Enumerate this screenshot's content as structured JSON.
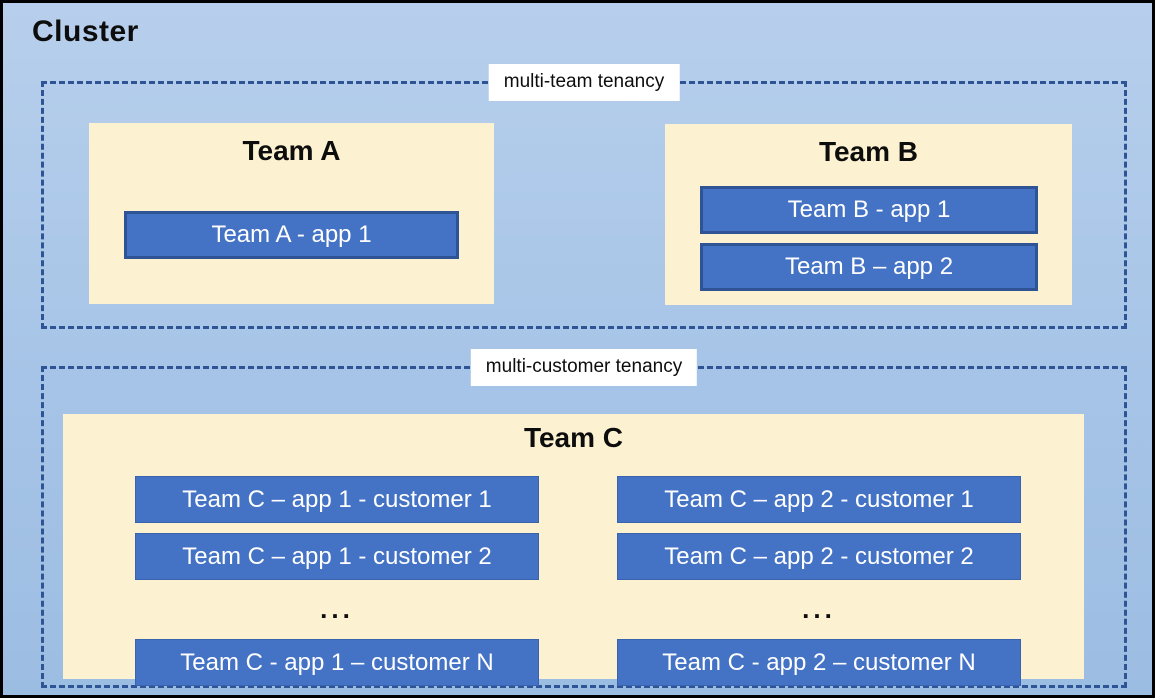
{
  "title": "Cluster",
  "team_tenancy": {
    "label": "multi-team tenancy",
    "teams": [
      {
        "name": "Team A",
        "apps": [
          "Team A - app 1"
        ]
      },
      {
        "name": "Team B",
        "apps": [
          "Team B - app 1",
          "Team B – app 2"
        ]
      }
    ]
  },
  "customer_tenancy": {
    "label": "multi-customer tenancy",
    "team": {
      "name": "Team C",
      "columns": [
        {
          "rows": [
            "Team C – app 1 - customer 1",
            "Team C – app 1 - customer 2"
          ],
          "ellipsis": "...",
          "last_row": "Team C - app 1 – customer N"
        },
        {
          "rows": [
            "Team C – app 2 - customer 1",
            "Team C – app 2 - customer 2"
          ],
          "ellipsis": "...",
          "last_row": "Team C - app 2 – customer N"
        }
      ]
    }
  },
  "colors": {
    "background_top": "#b7cfec",
    "background_mid": "#a6c4e7",
    "background_bottom": "#9cbde2",
    "outer_border": "#000000",
    "dashed_border": "#2e5496",
    "panel_fill": "#fcf1d0",
    "app_fill": "#4472c4",
    "app_border": "#2f5496",
    "app_border_subtle": "#3a63ae"
  }
}
